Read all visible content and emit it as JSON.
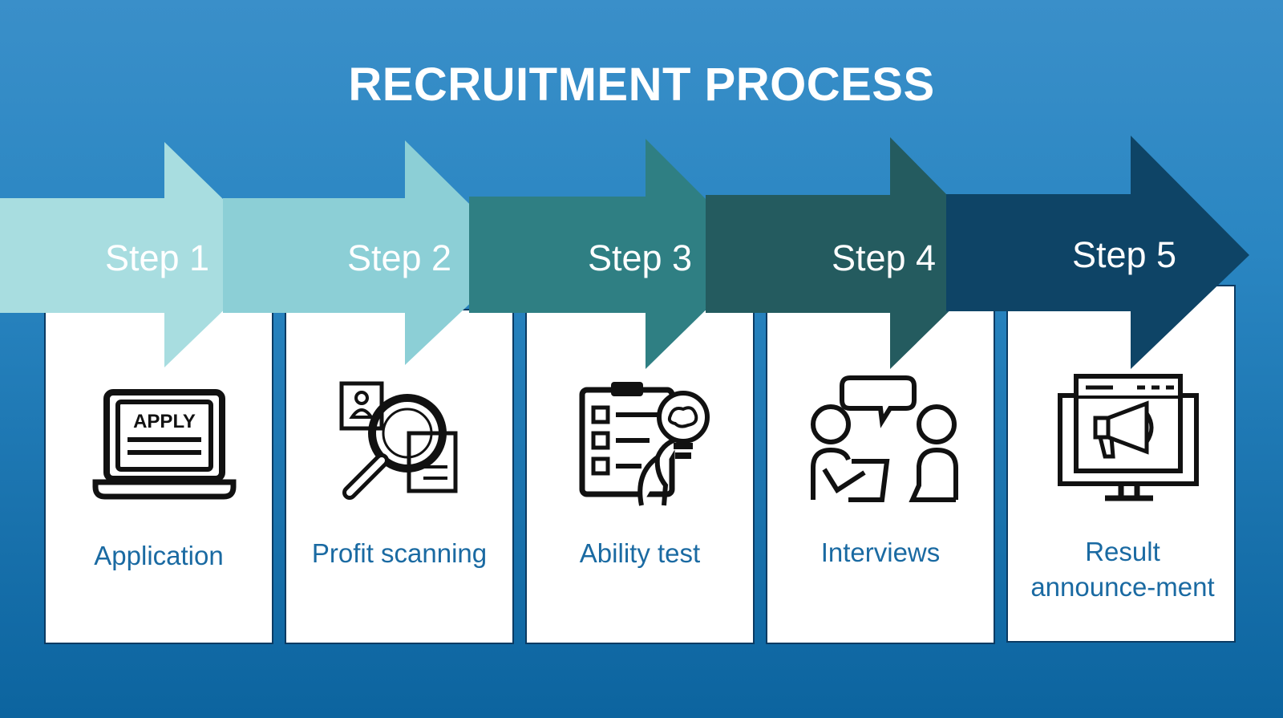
{
  "title": "RECRUITMENT PROCESS",
  "steps": [
    {
      "step": "Step 1",
      "label": "Application",
      "icon": "apply-laptop-icon",
      "color": "#a8dde0"
    },
    {
      "step": "Step 2",
      "label": "Profit scanning",
      "icon": "profile-magnifier-icon",
      "color": "#8ccfd6"
    },
    {
      "step": "Step 3",
      "label": "Ability test",
      "icon": "clipboard-brain-icon",
      "color": "#2f7f83"
    },
    {
      "step": "Step 4",
      "label": "Interviews",
      "icon": "interview-icon",
      "color": "#245b5f"
    },
    {
      "step": "Step 5",
      "label": "Result announce-ment",
      "icon": "megaphone-monitor-icon",
      "color": "#0e4466"
    }
  ],
  "apply_icon_text": "APPLY"
}
